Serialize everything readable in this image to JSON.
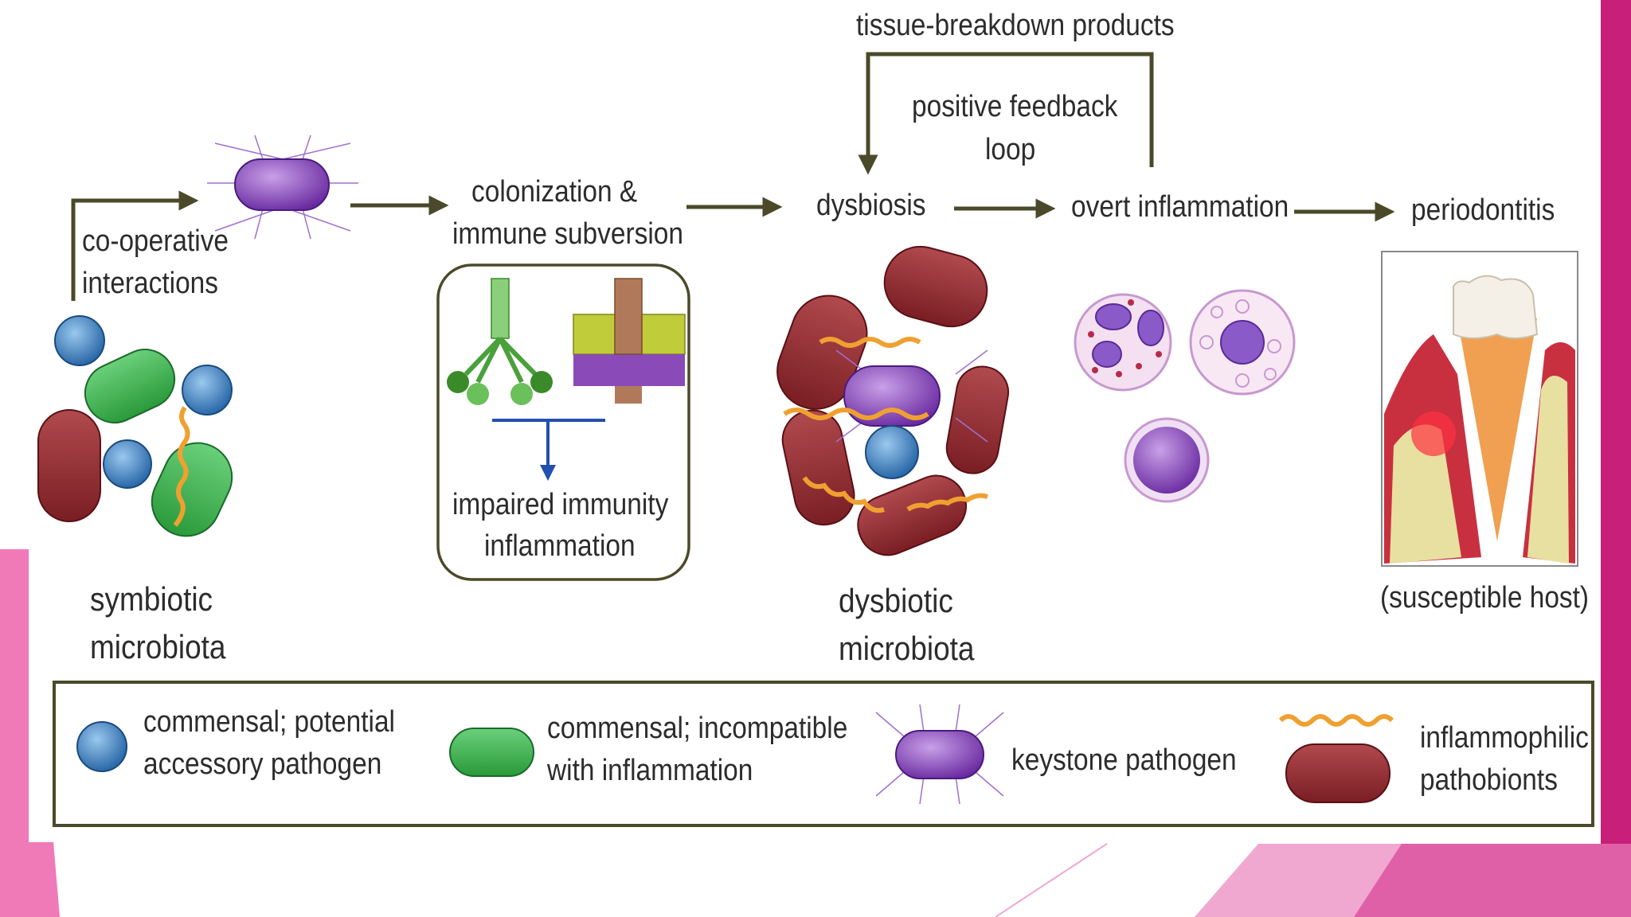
{
  "labels": {
    "tissue_breakdown": "tissue-breakdown products",
    "positive_feedback_1": "positive feedback",
    "positive_feedback_2": "loop",
    "cooperative_1": "co-operative",
    "cooperative_2": "interactions",
    "colonization_1": "colonization &",
    "colonization_2": "immune subversion",
    "dysbiosis": "dysbiosis",
    "overt_inflammation": "overt inflammation",
    "periodontitis": "periodontitis",
    "impaired_1": "impaired immunity",
    "impaired_2": "inflammation",
    "symbiotic_1": "symbiotic",
    "symbiotic_2": "microbiota",
    "dysbiotic_1": "dysbiotic",
    "dysbiotic_2": "microbiota",
    "susceptible_host": "(susceptible host)"
  },
  "legend": {
    "commensal_accessory_1": "commensal; potential",
    "commensal_accessory_2": "accessory pathogen",
    "commensal_incompatible_1": "commensal; incompatible",
    "commensal_incompatible_2": "with inflammation",
    "keystone": "keystone pathogen",
    "inflammophilic_1": "inflammophilic",
    "inflammophilic_2": "pathobionts"
  },
  "colors": {
    "accent_pink": "#c8207a",
    "light_pink": "#f07ab8",
    "arrow": "#4a4a2a",
    "blue_arrow": "#2250b0",
    "commensal_blue": "#3a7fc0",
    "commensal_green": "#3aa84a",
    "keystone_purple": "#8a4ab8",
    "pathobiont_red": "#8e2a2e",
    "spirochete": "#f0a030"
  }
}
